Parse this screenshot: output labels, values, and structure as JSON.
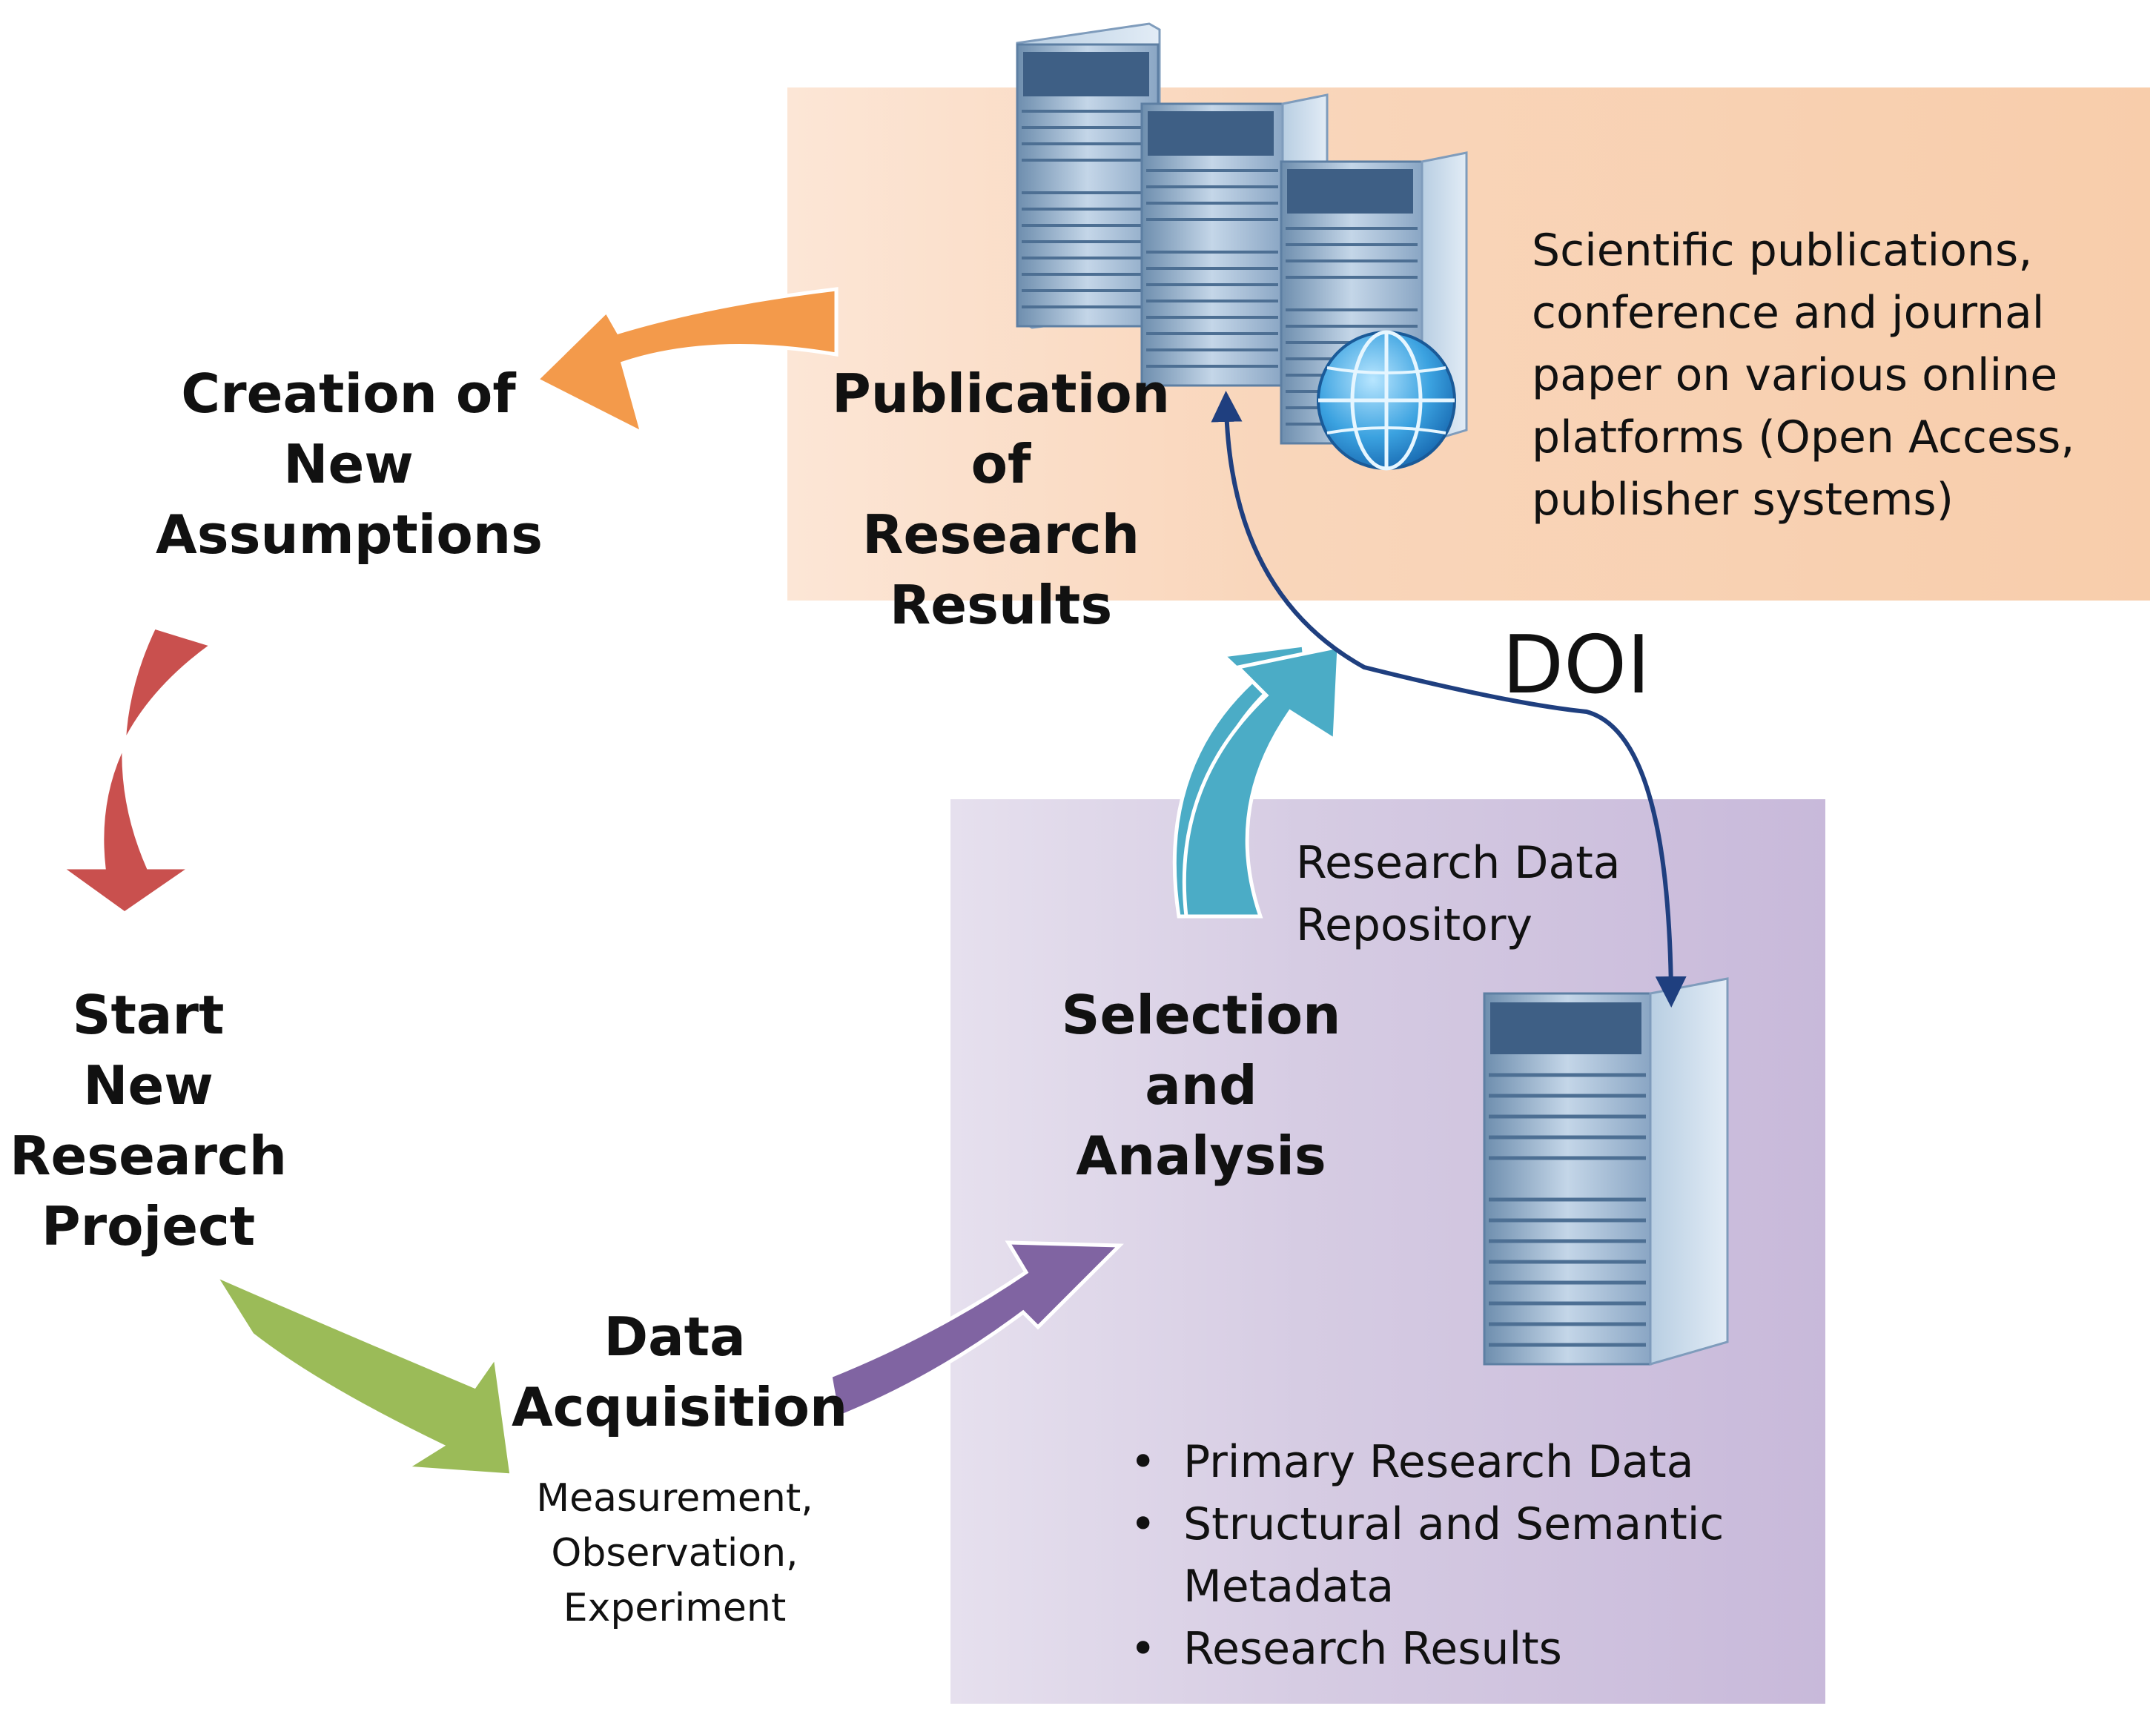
{
  "stages": {
    "creation_of_new_assumptions": "Creation of\nNew\nAssumptions",
    "start_new_research_project": "Start New\nResearch\nProject",
    "data_acquisition": "Data\nAcquisition",
    "data_acquisition_methods": "Measurement,\nObservation,\nExperiment",
    "selection_and_analysis": "Selection\nand\nAnalysis",
    "publication_of_research_results": "Publication\nof Research\nResults"
  },
  "publication_description": "Scientific publications,\nconference and journal\npaper on various online\nplatforms (Open Access,\npublisher systems)",
  "repository_label": "Research Data\nRepository",
  "doi_label": "DOI",
  "repository_contents": [
    "Primary Research Data",
    "Structural and Semantic\nMetadata",
    "Research Results"
  ],
  "colors": {
    "publication_panel": "#f8cfae",
    "repository_panel": "#cbbcdb",
    "arrow_orange": "#f39a4b",
    "arrow_red": "#c9504e",
    "arrow_green": "#9bbb58",
    "arrow_purple": "#8064a2",
    "arrow_teal": "#4bacc6",
    "doi_link": "#1f3f7f"
  },
  "icons": [
    "server-tower-icon",
    "globe-icon"
  ]
}
